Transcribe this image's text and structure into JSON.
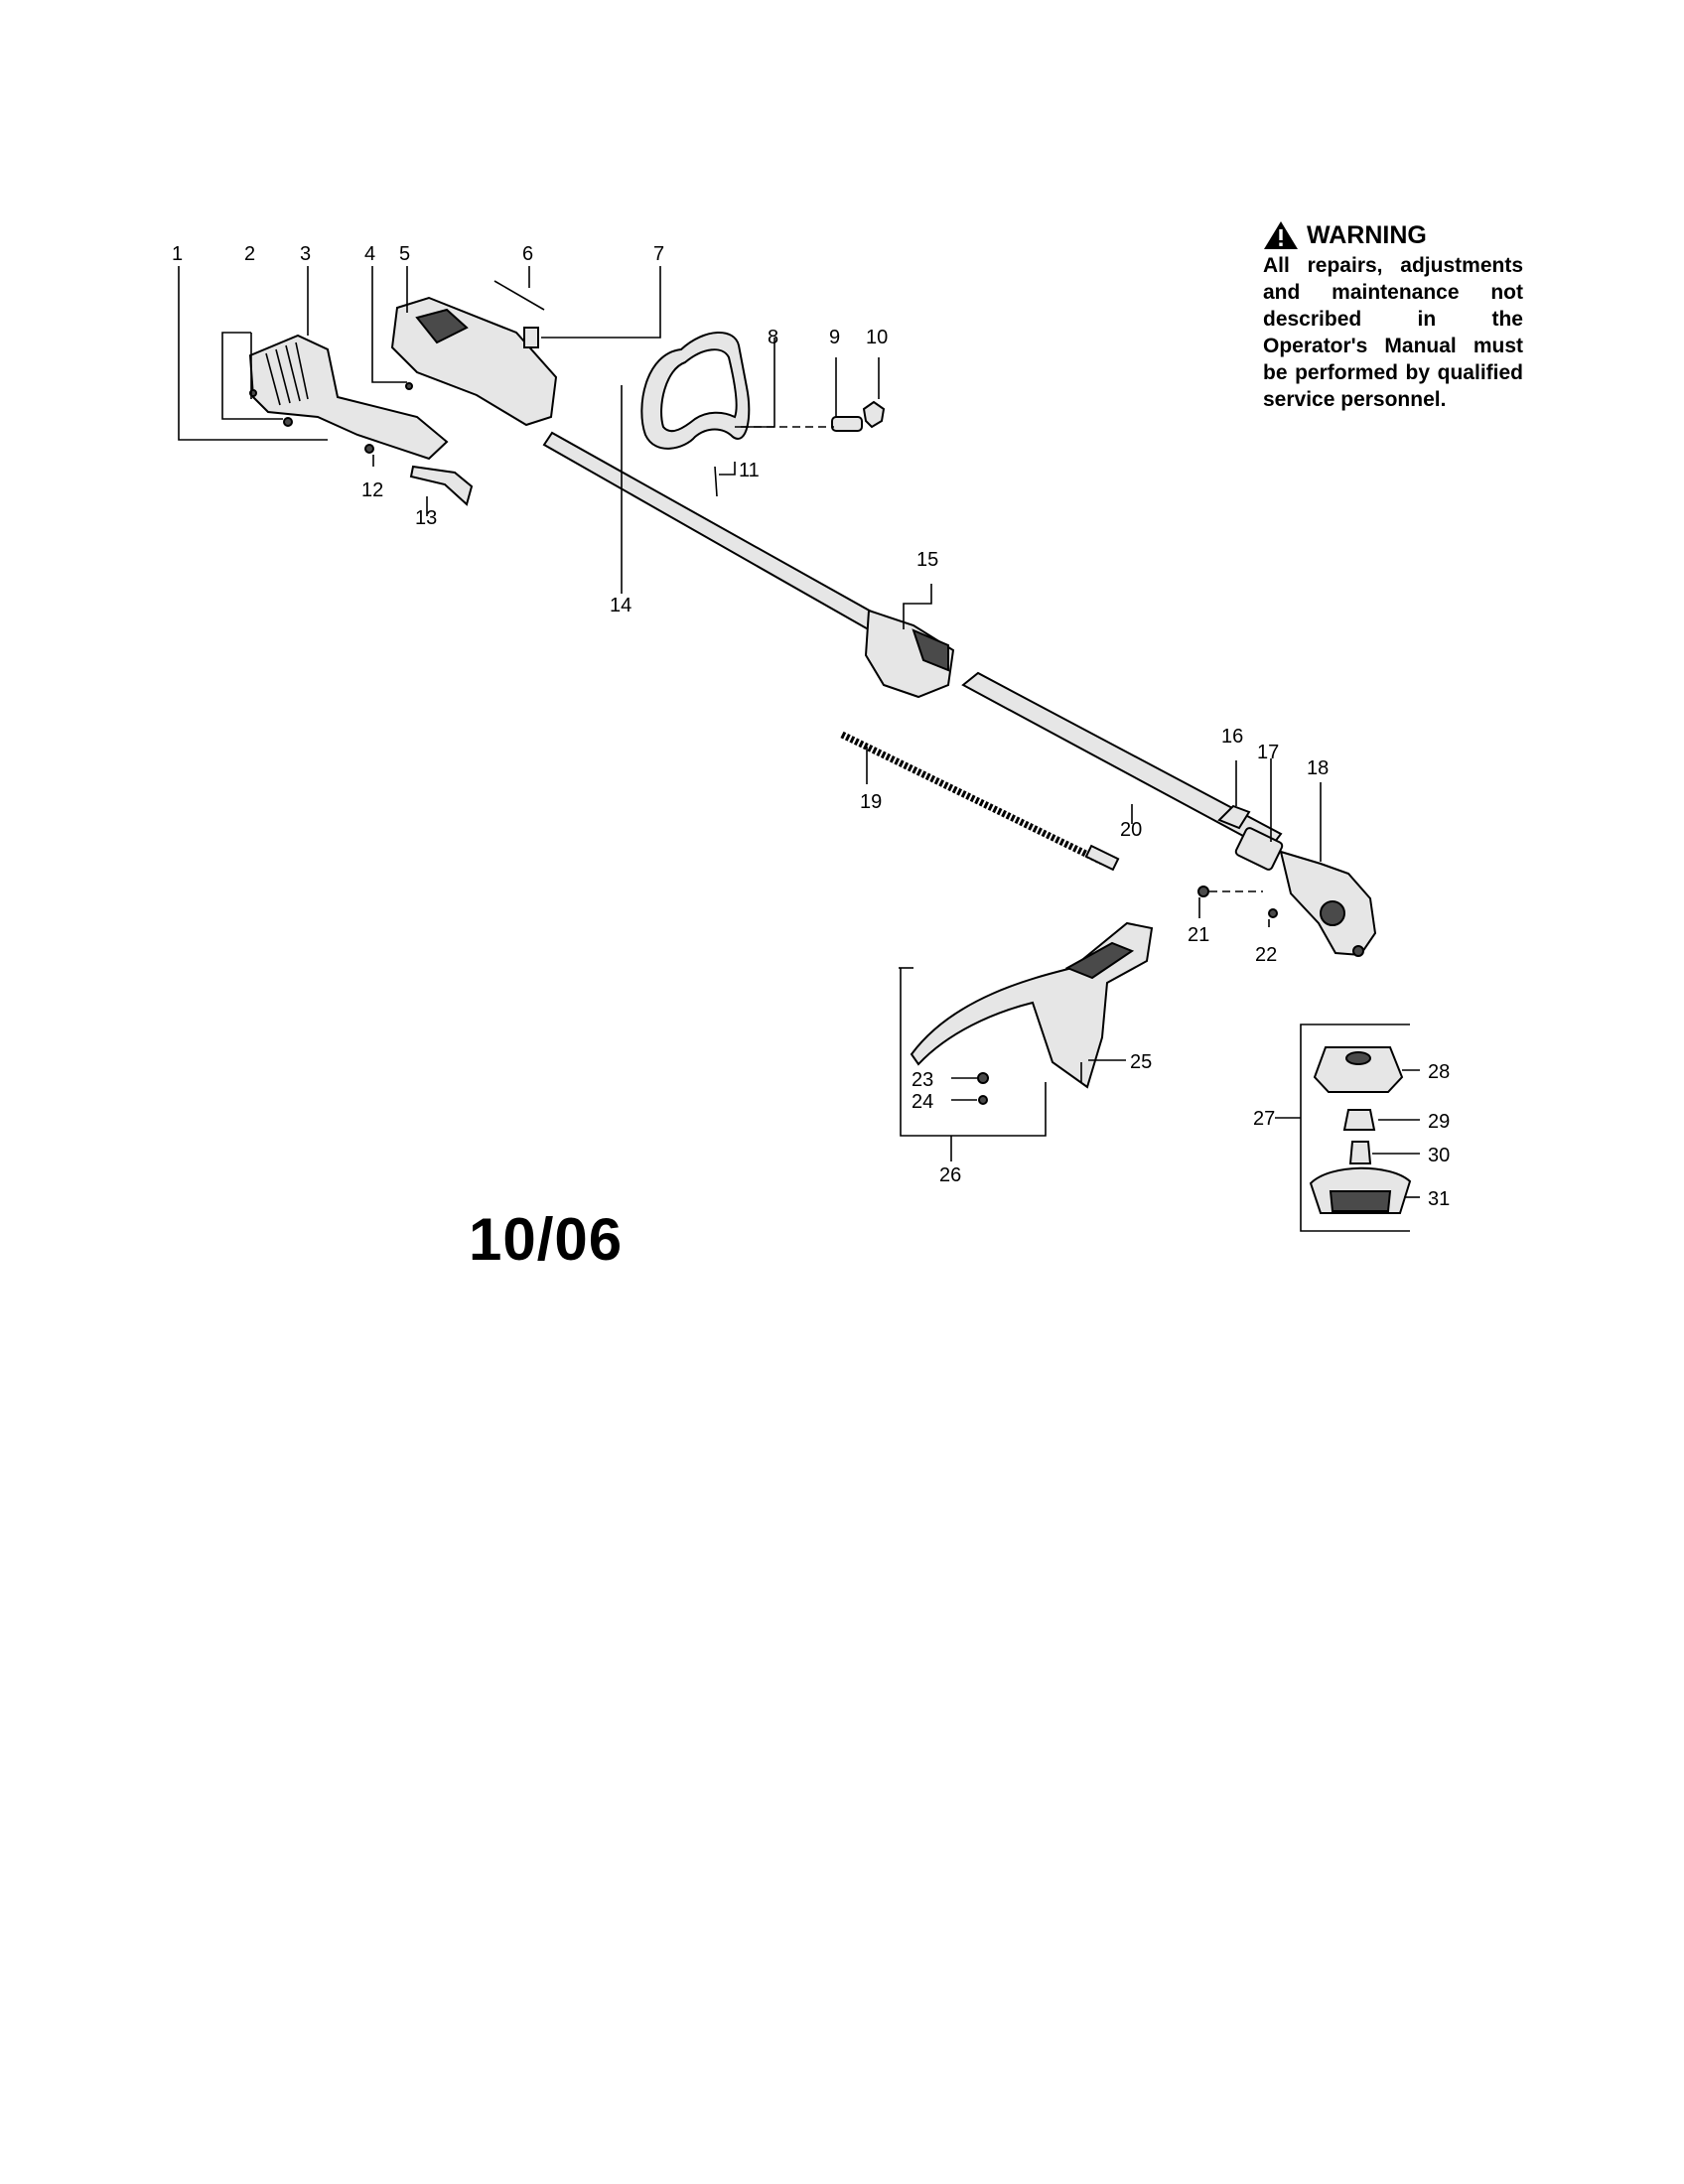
{
  "warning": {
    "heading": "WARNING",
    "text": "All repairs, adjustments and maintenance not described in the Operator's Manual must be performed by qualified service personnel."
  },
  "date_code": "10/06",
  "part_labels": [
    "1",
    "2",
    "3",
    "4",
    "5",
    "6",
    "7",
    "8",
    "9",
    "10",
    "11",
    "12",
    "13",
    "14",
    "15",
    "16",
    "17",
    "18",
    "19",
    "20",
    "21",
    "22",
    "23",
    "24",
    "25",
    "26",
    "27",
    "28",
    "29",
    "30",
    "31"
  ]
}
